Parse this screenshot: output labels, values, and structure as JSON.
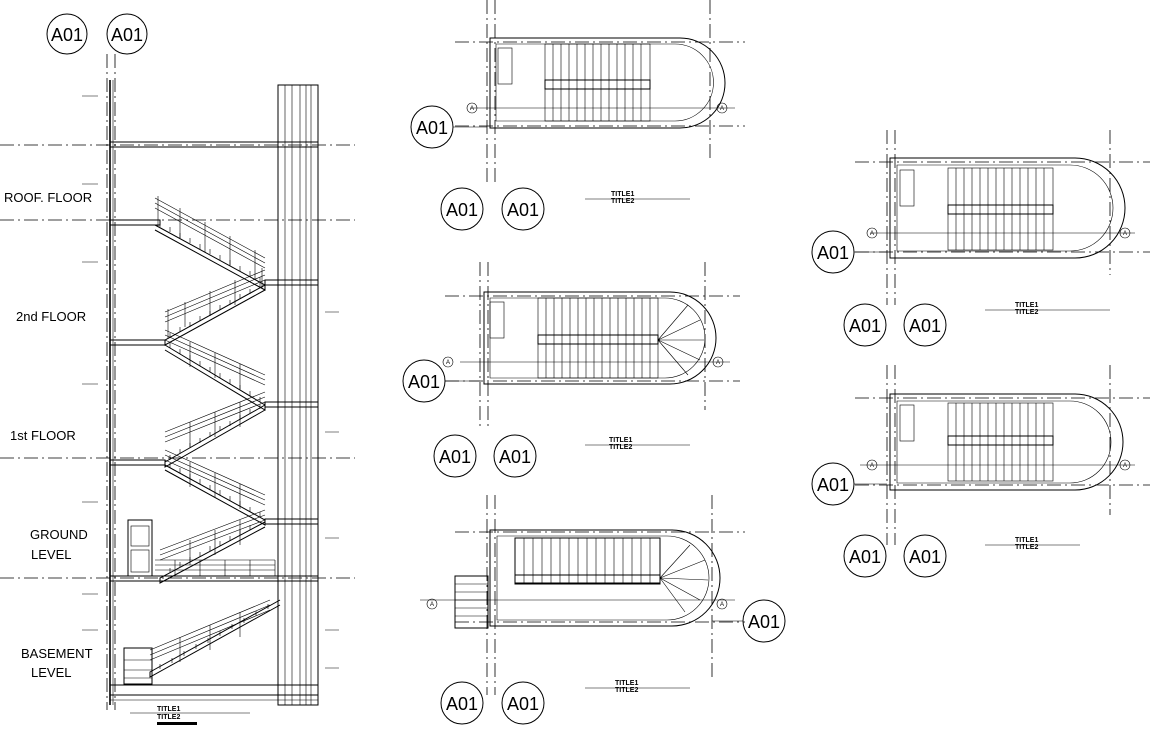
{
  "section": {
    "grid_bubbles": [
      "A01",
      "A01"
    ],
    "levels": [
      "ROOF. FLOOR",
      "2nd FLOOR",
      "1st FLOOR",
      "GROUND",
      "LEVEL",
      "BASEMENT",
      "LEVEL"
    ],
    "title_block": [
      "TITLE1",
      "TITLE2"
    ]
  },
  "plans": [
    {
      "bubble_side": "A01",
      "bubbles_bottom": [
        "A01",
        "A01"
      ],
      "title": [
        "TITLE1",
        "TITLE2"
      ]
    },
    {
      "bubble_side": "A01",
      "bubbles_bottom": [
        "A01",
        "A01"
      ],
      "title": [
        "TITLE1",
        "TITLE2"
      ]
    },
    {
      "bubble_side": "A01",
      "bubbles_bottom": [
        "A01",
        "A01"
      ],
      "title": [
        "TITLE1",
        "TITLE2"
      ]
    },
    {
      "bubble_side": "A01",
      "bubbles_bottom": [
        "A01",
        "A01"
      ],
      "title": [
        "TITLE1",
        "TITLE2"
      ]
    },
    {
      "bubble_side": "A01",
      "bubbles_bottom": [
        "A01",
        "A01"
      ],
      "title": [
        "TITLE1",
        "TITLE2"
      ]
    }
  ],
  "section_marker": "A",
  "colors": {
    "line": "#000000",
    "background": "#ffffff",
    "node": "#f5d000"
  }
}
